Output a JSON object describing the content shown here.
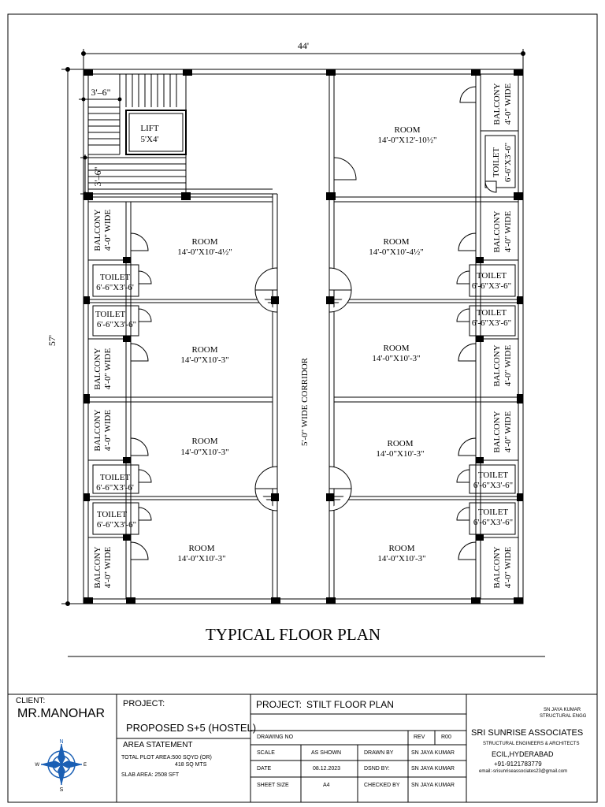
{
  "plan": {
    "dim_width": "44'",
    "dim_height": "57'",
    "dim_stair_top": "3'–6\"",
    "dim_stair_side": "3'–6\"",
    "title": "TYPICAL FLOOR PLAN",
    "corridor": "5'-0\" WIDE CORRIDOR",
    "lift": {
      "name": "LIFT",
      "size": "5'X4'"
    },
    "room_label": "ROOM",
    "toilet_label": "TOILET",
    "balcony_label": "BALCONY",
    "balcony_size": "4'-0\" WIDE",
    "top_right_room_size": "14'-0\"X12'-10½\"",
    "room_size_a": "14'-0\"X10'-4½\"",
    "room_size_b": "14'-0\"X10'-3\"",
    "toilet_size": "6'-6\"X3'-6\"",
    "toilet_size_cut": "6'-6\"X3'-6'"
  },
  "title_block": {
    "client_label": "CLIENT:",
    "client_name": "MR.MANOHAR",
    "project_label": "PROJECT:",
    "project_name": "PROPOSED S+5 (HOSTEL)",
    "project2_label": "PROJECT:",
    "project2_name": "STILT FLOOR PLAN",
    "area_statement": "AREA STATEMENT",
    "plot_area": "TOTAL PLOT AREA:500 SQYD (OR)",
    "plot_area2": "418 SQ MTS",
    "slab_area": "SLAB AREA: 2508 SFT",
    "drawing_no_label": "DRAWING NO",
    "rev_label": "REV",
    "rev_value": "R00",
    "scale_label": "SCALE",
    "scale_value": "AS SHOWN",
    "drawn_by_label": "DRAWN BY",
    "drawn_by_value": "SN JAYA KUMAR",
    "date_label": "DATE",
    "date_value": "08.12.2023",
    "dsnd_by_label": "DSND BY:",
    "dsnd_by_value": "SN JAYA KUMAR",
    "sheet_size_label": "SHEET SIZE",
    "sheet_size_value": "A4",
    "checked_by_label": "CHECKED BY",
    "checked_by_value": "SN JAYA KUMAR",
    "engineer_name": "SN JAYA KUMAR",
    "engineer_title": "STRUCTURAL ENGG",
    "firm_name": "SRI SUNRISE ASSOCIATES",
    "firm_desc": "STRUCTURAL ENGINEERS & ARCHITECTS",
    "firm_city": "ECIL,HYDERABAD",
    "firm_phone": "+91-9121783779",
    "firm_email": "email:-srisunriseassociates23@gmail.com",
    "compass_n": "N",
    "compass_s": "S",
    "compass_e": "E",
    "compass_w": "W"
  }
}
